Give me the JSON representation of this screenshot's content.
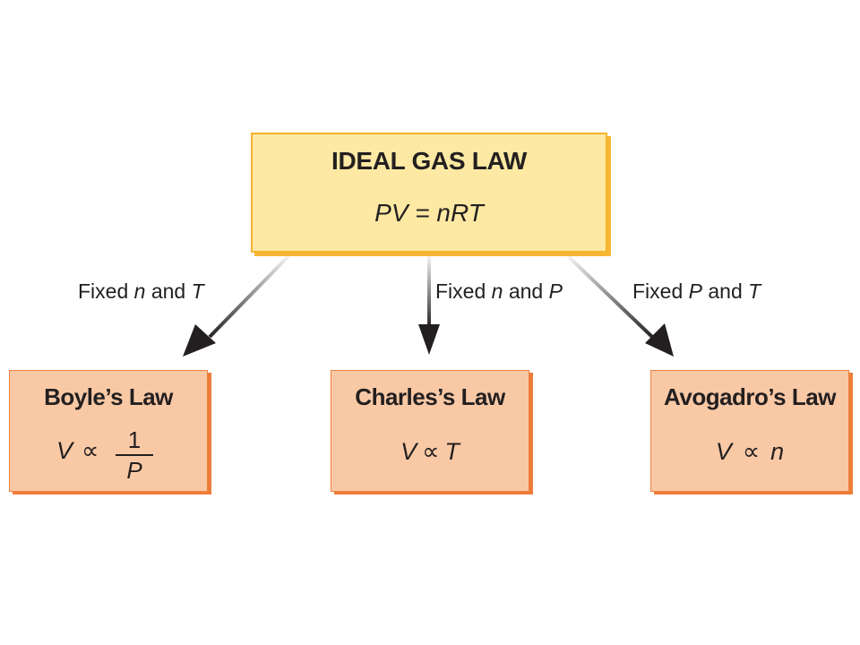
{
  "main": {
    "title": "IDEAL GAS LAW",
    "equation": "PV = nRT"
  },
  "arrows": [
    {
      "label_prefix": "Fixed ",
      "var1": "n",
      "middle": " and ",
      "var2": "T"
    },
    {
      "label_prefix": "Fixed ",
      "var1": "n",
      "middle": " and ",
      "var2": "P"
    },
    {
      "label_prefix": "Fixed ",
      "var1": "P",
      "middle": " and ",
      "var2": "T"
    }
  ],
  "laws": {
    "boyle": {
      "title": "Boyle’s Law",
      "lhs": "V",
      "prop": "∝",
      "numerator": "1",
      "denominator": "P"
    },
    "charles": {
      "title": "Charles’s Law",
      "lhs": "V",
      "prop": "∝",
      "rhs": "T"
    },
    "avogadro": {
      "title": "Avogadro’s Law",
      "lhs": "V",
      "prop": "∝",
      "rhs": "n"
    }
  },
  "colors": {
    "main_fill": "#fde9a3",
    "main_border": "#f5b32c",
    "law_fill": "#f9c9a6",
    "law_border": "#ee7d3a",
    "arrow": "#231f20"
  }
}
